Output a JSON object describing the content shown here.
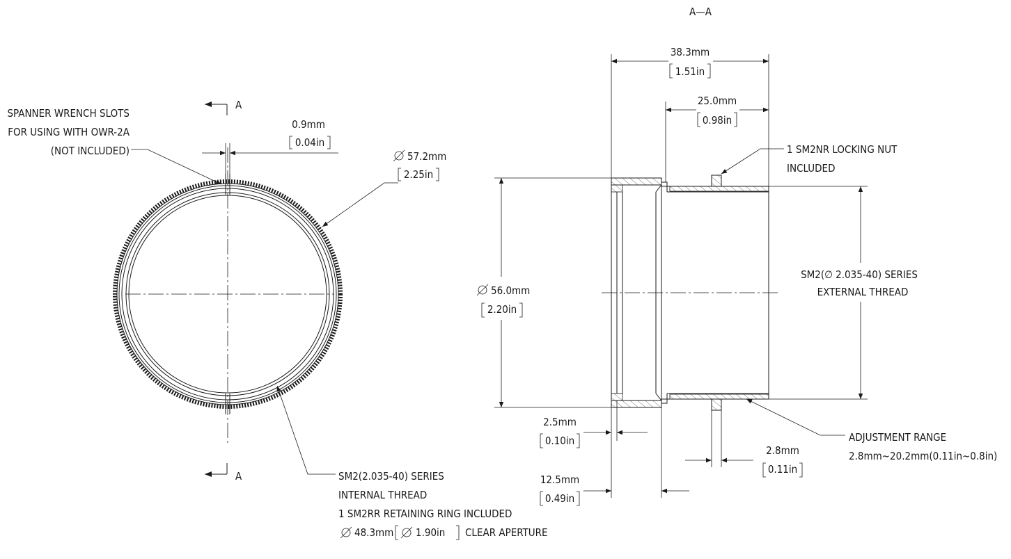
{
  "section_title": "A—A",
  "section_marker_top": "A",
  "section_marker_bottom": "A",
  "front_view": {
    "spanner_note": [
      "SPANNER WRENCH SLOTS",
      "FOR USING WITH OWR-2A",
      "(NOT INCLUDED)"
    ],
    "slot_width": {
      "mm": "0.9mm",
      "in": "0.04in"
    },
    "outer_diameter": {
      "mm": "57.2mm",
      "in": "2.25in"
    },
    "thread_note": [
      "SM2(2.035-40) SERIES",
      "INTERNAL THREAD",
      "1 SM2RR RETAINING RING INCLUDED"
    ],
    "clear_aperture": {
      "mm": "48.3mm",
      "in": "1.90in",
      "suffix": "CLEAR APERTURE"
    }
  },
  "section_view": {
    "overall_length": {
      "mm": "38.3mm",
      "in": "1.51in"
    },
    "tube_length": {
      "mm": "25.0mm",
      "in": "0.98in"
    },
    "locking_nut_note": [
      "1 SM2NR LOCKING NUT",
      "INCLUDED"
    ],
    "housing_diameter": {
      "mm": "56.0mm",
      "in": "2.20in"
    },
    "external_thread_note": [
      "SM2(∅ 2.035-40) SERIES",
      "EXTERNAL THREAD"
    ],
    "retaining_ring_thickness": {
      "mm": "2.5mm",
      "in": "0.10in"
    },
    "housing_length": {
      "mm": "12.5mm",
      "in": "0.49in"
    },
    "nut_thickness": {
      "mm": "2.8mm",
      "in": "0.11in"
    },
    "adjustment_note": [
      "ADJUSTMENT RANGE",
      "2.8mm~20.2mm(0.11in~0.8in)"
    ]
  }
}
